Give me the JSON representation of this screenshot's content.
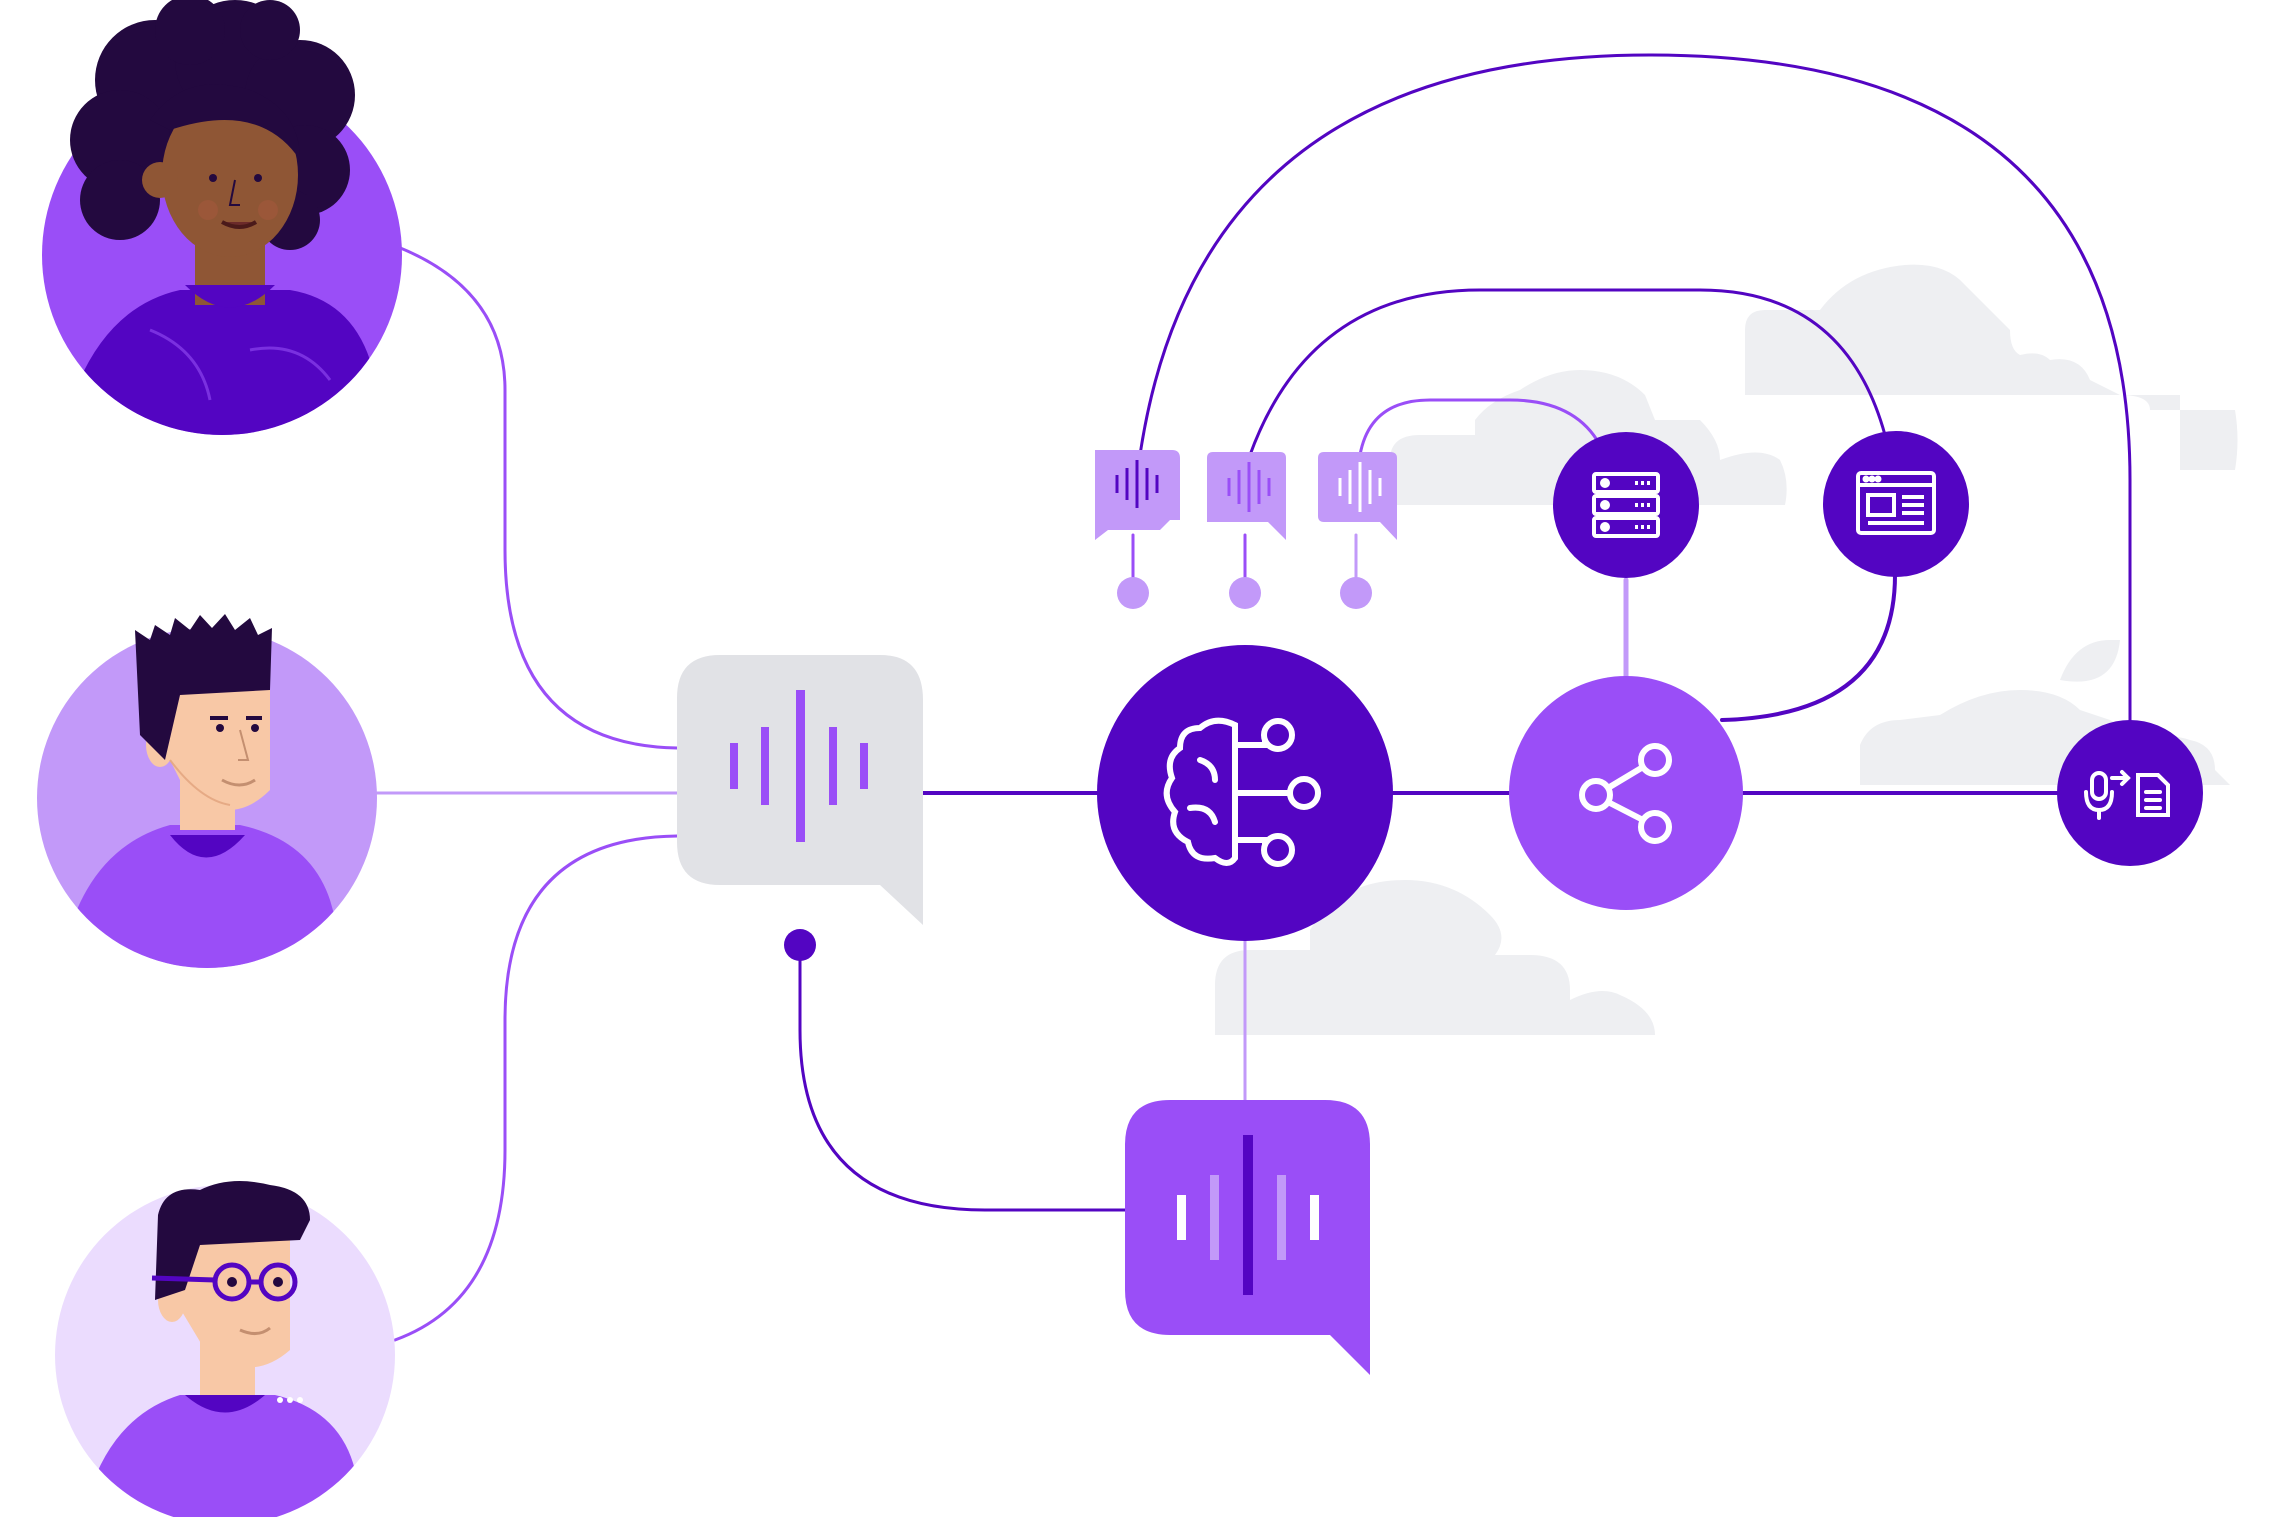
{
  "colors": {
    "background": "#ffffff",
    "primary_dark": "#5305c2",
    "primary": "#9a4ef7",
    "primary_light": "#c299f9",
    "avatar_light": "#ebdcfe",
    "bubble_gray": "#e1e2e6",
    "cloud_gray": "#eeeff2",
    "hair_dark": "#23093f",
    "skin_dark": "#8f5635",
    "skin_light": "#f8c8a6",
    "white": "#ffffff"
  },
  "people": [
    {
      "name": "person-curly-hair-avatar",
      "style": "dark"
    },
    {
      "name": "person-spiky-hair-avatar",
      "style": "light"
    },
    {
      "name": "person-glasses-avatar",
      "style": "light"
    }
  ],
  "hubs": [
    {
      "name": "voice-input-bubble",
      "icon": "waveform-icon"
    },
    {
      "name": "ai-brain-node",
      "icon": "brain-network-icon"
    },
    {
      "name": "share-node",
      "icon": "share-icon"
    },
    {
      "name": "speech-to-text-node",
      "icon": "mic-to-document-icon"
    },
    {
      "name": "server-node",
      "icon": "server-icon"
    },
    {
      "name": "browser-node",
      "icon": "browser-window-icon"
    },
    {
      "name": "voice-output-bubble",
      "icon": "waveform-icon"
    }
  ],
  "small_bubbles": [
    {
      "name": "audio-bubble-1",
      "icon": "waveform-icon"
    },
    {
      "name": "audio-bubble-2",
      "icon": "waveform-icon"
    },
    {
      "name": "audio-bubble-3",
      "icon": "waveform-icon"
    }
  ]
}
